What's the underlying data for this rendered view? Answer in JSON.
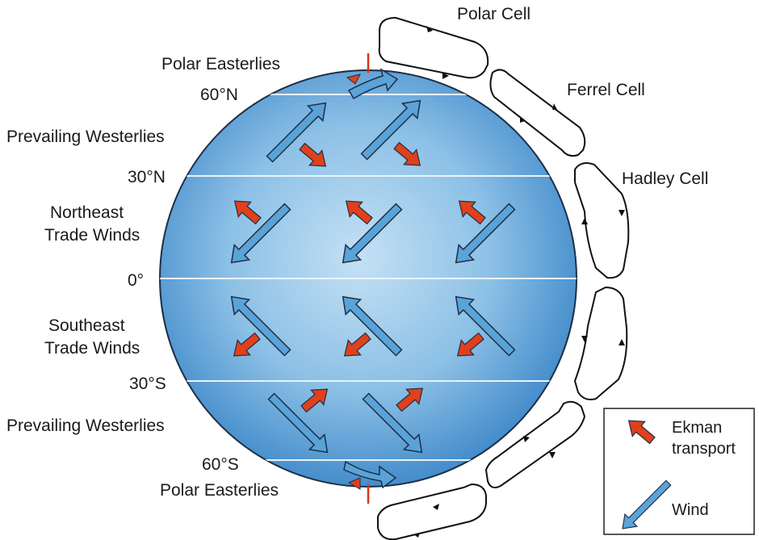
{
  "title_labels": {
    "polar_easterlies_north": "Polar Easterlies",
    "polar_easterlies_south": "Polar Easterlies",
    "prevailing_westerlies_north": "Prevailing Westerlies",
    "prevailing_westerlies_south": "Prevailing Westerlies",
    "northeast_trade_line1": "Northeast",
    "northeast_trade_line2": "Trade Winds",
    "southeast_trade_line1": "Southeast",
    "southeast_trade_line2": "Trade Winds"
  },
  "latitudes": {
    "n60": "60°N",
    "n30": "30°N",
    "eq": "0°",
    "s30": "30°S",
    "s60": "60°S"
  },
  "cells": {
    "polar": "Polar Cell",
    "ferrel": "Ferrel Cell",
    "hadley": "Hadley Cell"
  },
  "legend": {
    "ekman_line1": "Ekman",
    "ekman_line2": "transport",
    "wind": "Wind"
  },
  "colors": {
    "globe_edge": "#3a85c7",
    "globe_center": "#bcdcf2",
    "wind_arrow": "#5aa3d8",
    "ekman_arrow": "#e0401c",
    "latitude_line": "#eaf4fb"
  }
}
